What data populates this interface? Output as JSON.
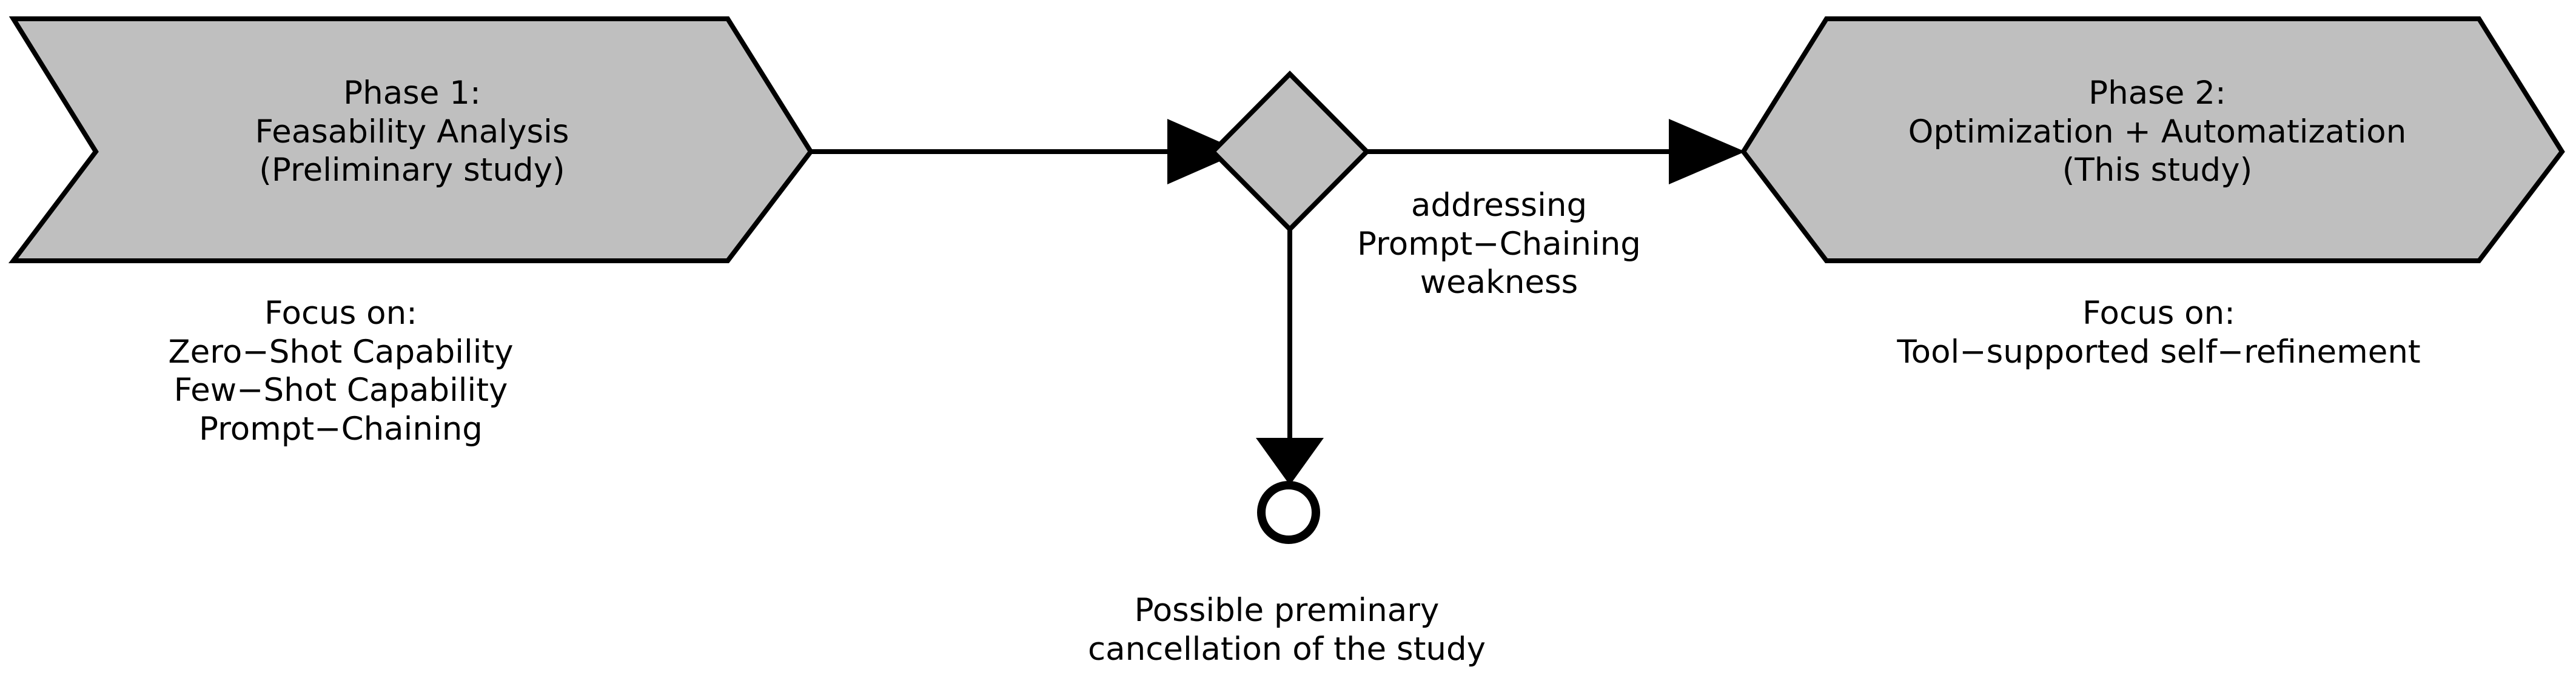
{
  "diagram": {
    "title": "Two-phase study process flow",
    "colors": {
      "node_fill": "#bfbfbf",
      "stroke": "#000000",
      "background": "#ffffff",
      "end_node_fill": "#ffffff"
    },
    "nodes": {
      "phase1": {
        "shape": "chevron",
        "title": "Phase 1:\nFeasability Analysis\n(Preliminary study)",
        "caption": "Focus on:\nZero−Shot Capability\nFew−Shot Capability\nPrompt−Chaining"
      },
      "decision": {
        "shape": "diamond",
        "label": ""
      },
      "phase2": {
        "shape": "chevron",
        "title": "Phase 2:\nOptimization + Automatization\n(This study)",
        "caption": "Focus on:\nTool−supported self−refinement"
      },
      "end_node": {
        "shape": "circle",
        "label": "Possible preminary\ncancellation of the study"
      }
    },
    "edges": {
      "phase1_to_decision": {
        "label": "",
        "arrow": "arrow-right-icon"
      },
      "decision_to_phase2": {
        "label": "addressing\nPrompt−Chaining\nweakness",
        "arrow": "arrow-right-icon"
      },
      "decision_to_end": {
        "label": "",
        "arrow": "arrow-down-icon"
      }
    }
  }
}
